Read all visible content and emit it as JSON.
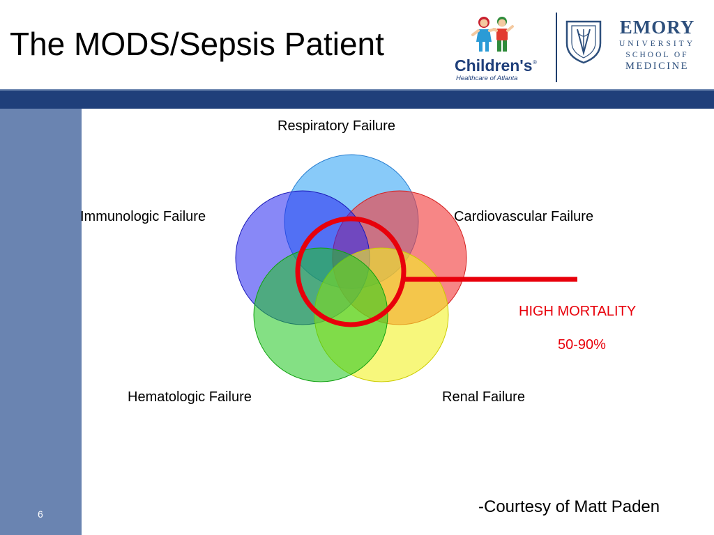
{
  "slide": {
    "title": "The MODS/Sepsis Patient",
    "page_number": "6",
    "courtesy": "-Courtesy of Matt Paden"
  },
  "logos": {
    "childrens": {
      "name": "Children's",
      "registered": "®",
      "subtitle": "Healthcare of Atlanta"
    },
    "emory": {
      "name": "EMORY",
      "line1": "UNIVERSITY",
      "line2": "SCHOOL OF",
      "line3": "MEDICINE"
    }
  },
  "diagram": {
    "circles": [
      {
        "id": "respiratory",
        "label": "Respiratory Failure",
        "fill": "#3fa9f5",
        "stroke": "#2a7fd0"
      },
      {
        "id": "cardiovascular",
        "label": "Cardiovascular Failure",
        "fill": "#f23c3c",
        "stroke": "#d42020"
      },
      {
        "id": "immunologic",
        "label": "Immunologic Failure",
        "fill": "#2626f0",
        "stroke": "#1b1bb8"
      },
      {
        "id": "renal",
        "label": "Renal Failure",
        "fill": "#f2f225",
        "stroke": "#cccc00"
      },
      {
        "id": "hematologic",
        "label": "Hematologic Failure",
        "fill": "#1fc61f",
        "stroke": "#11a011"
      }
    ],
    "highlight": {
      "line1": "HIGH MORTALITY",
      "line2": "50-90%",
      "color": "#e8000b"
    }
  },
  "colors": {
    "header_band": "#1f3f7a",
    "sidebar": "#6a84b1",
    "emory_blue": "#2d4f7c"
  }
}
